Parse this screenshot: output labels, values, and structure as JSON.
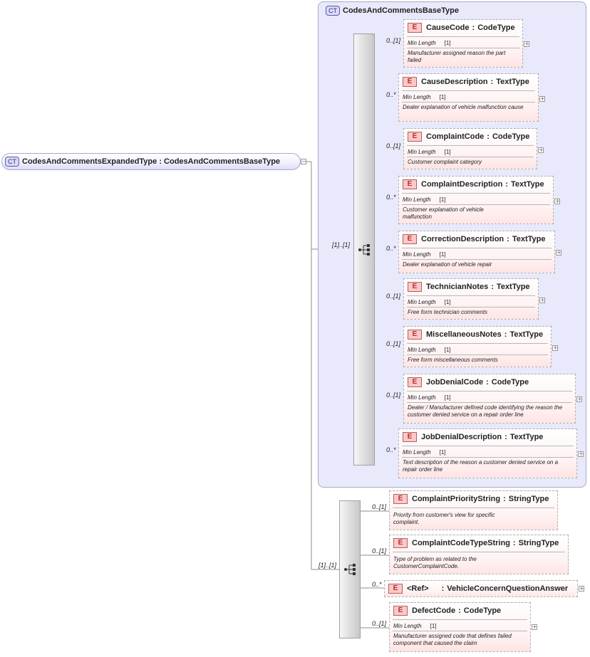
{
  "root": {
    "badge": "CT",
    "title": "CodesAndCommentsExpandedType : CodesAndCommentsBaseType"
  },
  "base": {
    "badge": "CT",
    "title": "CodesAndCommentsBaseType"
  },
  "sequence_occurrences": [
    "[1]..[1]",
    "[1]..[1]"
  ],
  "element_badge": "E",
  "facet_label": "Min Length",
  "base_elements": [
    {
      "occurrence": "0..[1]",
      "name": "CauseCode",
      "type": "CodeType",
      "min_length": "[1]",
      "doc": "Manufacturer assigned reason the part failed"
    },
    {
      "occurrence": "0..*",
      "name": "CauseDescription",
      "type": "TextType",
      "min_length": "[1]",
      "doc": "Dealer explanation of vehicle malfunction cause"
    },
    {
      "occurrence": "0..[1]",
      "name": "ComplaintCode",
      "type": "CodeType",
      "min_length": "[1]",
      "doc": "Customer complaint category"
    },
    {
      "occurrence": "0..*",
      "name": "ComplaintDescription",
      "type": "TextType",
      "min_length": "[1]",
      "doc": "Customer explanation of vehicle malfunction"
    },
    {
      "occurrence": "0..*",
      "name": "CorrectionDescription",
      "type": "TextType",
      "min_length": "[1]",
      "doc": "Dealer explanation of vehicle repair"
    },
    {
      "occurrence": "0..[1]",
      "name": "TechnicianNotes",
      "type": "TextType",
      "min_length": "[1]",
      "doc": "Free form technician comments"
    },
    {
      "occurrence": "0..[1]",
      "name": "MiscellaneousNotes",
      "type": "TextType",
      "min_length": "[1]",
      "doc": "Free form miscellaneous comments"
    },
    {
      "occurrence": "0..[1]",
      "name": "JobDenialCode",
      "type": "CodeType",
      "min_length": "[1]",
      "doc": "Dealer / Manufacturer defined code identifying the reason the customer denied service on a repair order line"
    },
    {
      "occurrence": "0..*",
      "name": "JobDenialDescription",
      "type": "TextType",
      "min_length": "[1]",
      "doc": "Text description of the reason a customer denied service on a repair order line"
    }
  ],
  "ext_elements": [
    {
      "occurrence": "0..[1]",
      "name": "ComplaintPriorityString",
      "type": "StringType",
      "doc": "Priority from customer's view for specific complaint."
    },
    {
      "occurrence": "0..[1]",
      "name": "ComplaintCodeTypeString",
      "type": "StringType",
      "doc": "Type of problem as related to the CustomerComplaintCode."
    },
    {
      "occurrence": "0..*",
      "name": "<Ref>",
      "type": "VehicleConcernQuestionAnswer",
      "doc": ""
    },
    {
      "occurrence": "0..[1]",
      "name": "DefectCode",
      "type": "CodeType",
      "min_length": "[1]",
      "doc": "Manufacturer assigned code that defines failed component that caused the claim"
    }
  ]
}
